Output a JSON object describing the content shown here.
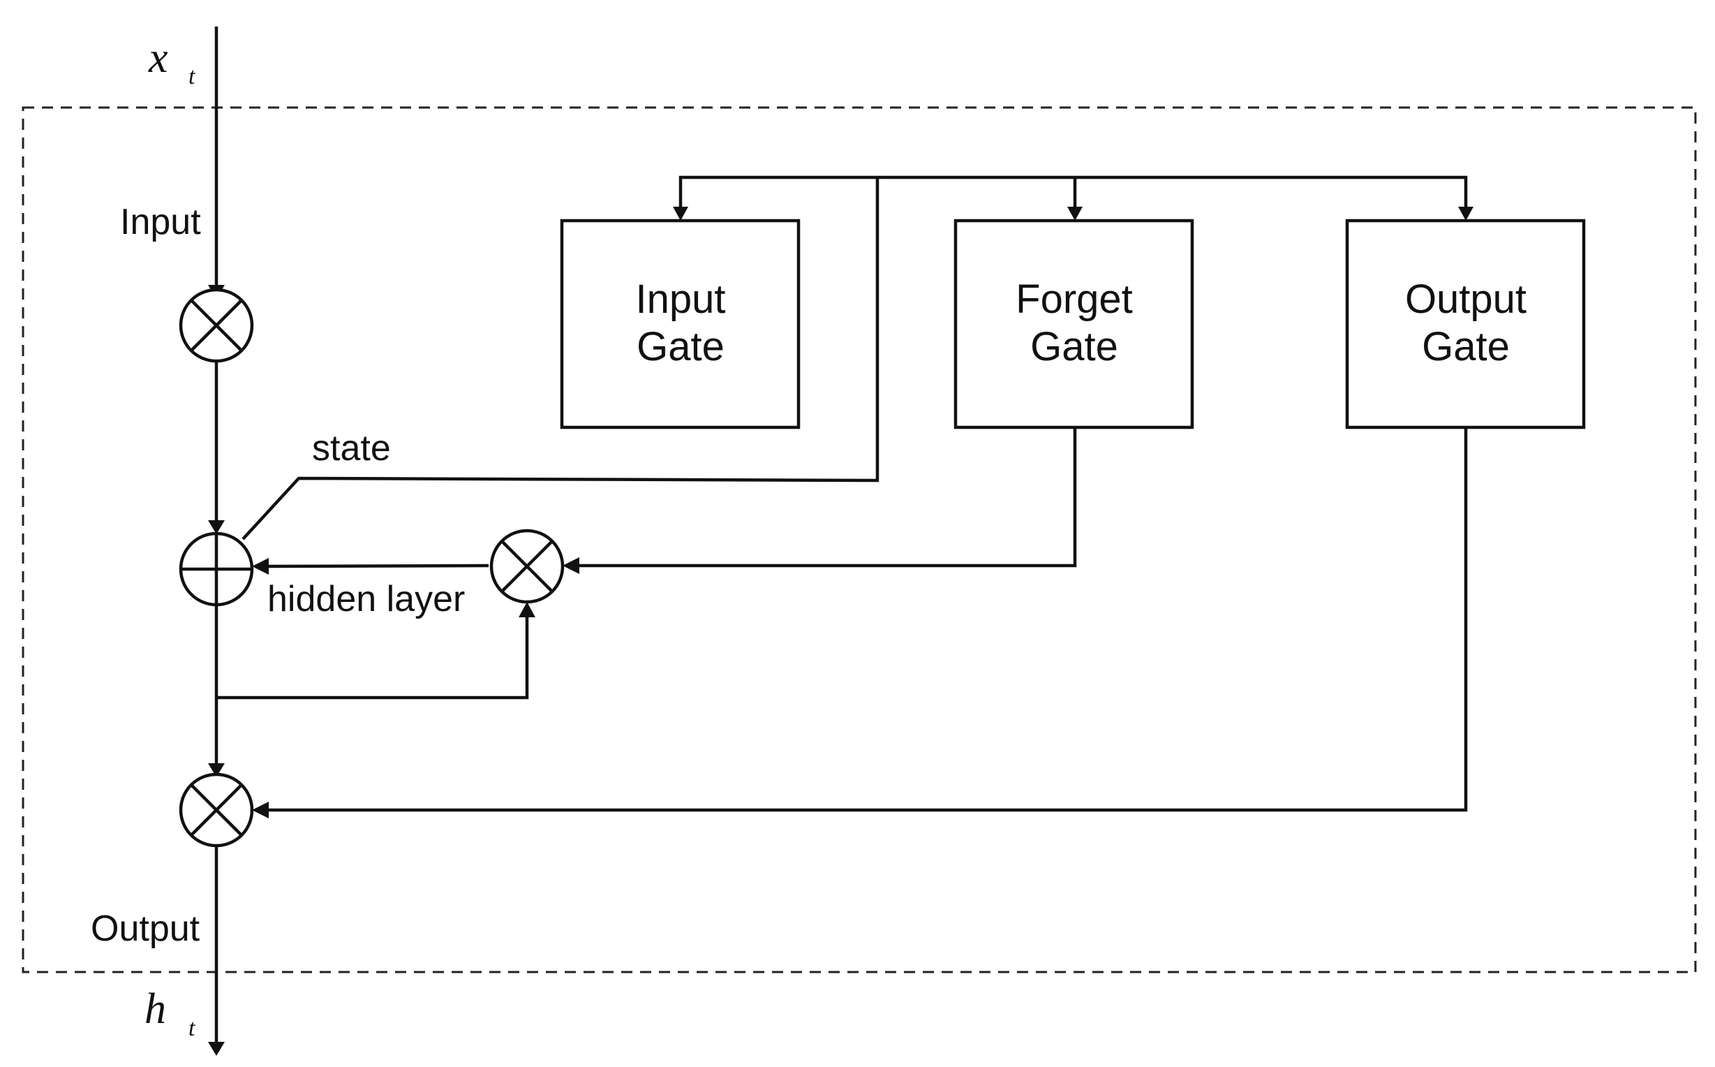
{
  "labels": {
    "x_main": "x",
    "x_sub": "t",
    "h_main": "h",
    "h_sub": "t",
    "input": "Input",
    "output": "Output",
    "state": "state",
    "hidden_layer": "hidden layer"
  },
  "gates": {
    "input_gate": [
      "Input",
      "Gate"
    ],
    "forget_gate": [
      "Forget",
      "Gate"
    ],
    "output_gate": [
      "Output",
      "Gate"
    ]
  }
}
